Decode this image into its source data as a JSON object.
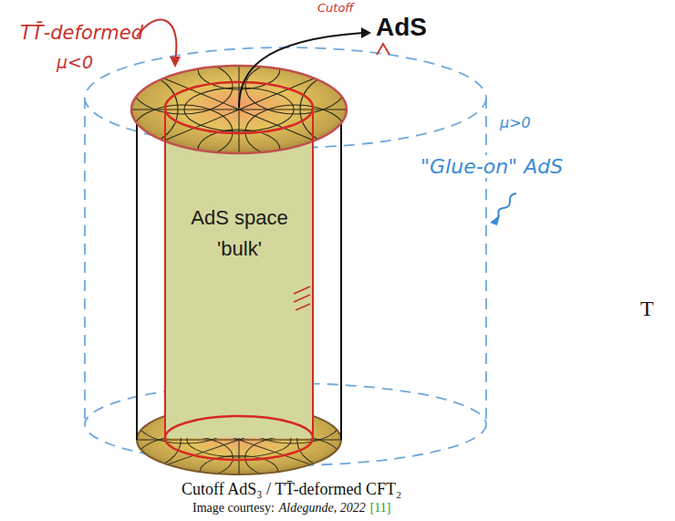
{
  "diagram": {
    "caption": "Cutoff AdS₃ / TT̄-deformed CFT₂",
    "nodes": [
      {
        "text": [
          "AdS space",
          "'bulk'"
        ]
      }
    ],
    "labels": [
      "TT̄-deformed",
      "μ<0",
      "Cutoff",
      "AdS",
      "μ>0",
      "\"Glue-on\" AdS",
      "T",
      "Image courtesy:",
      "Aldegunde, 2022",
      "[11]"
    ]
  }
}
